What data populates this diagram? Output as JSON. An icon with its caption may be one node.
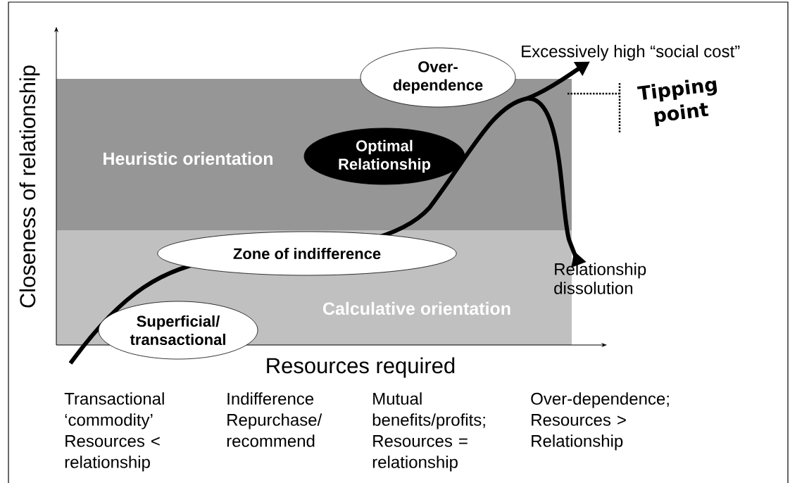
{
  "diagram": {
    "nodes": [
      {
        "text": [
          "Heuristic orientation"
        ]
      },
      {
        "text": [
          "Calculative orientation"
        ]
      },
      {
        "text": [
          "Over-dependence"
        ]
      },
      {
        "text": [
          "Optimal Relationship"
        ],
        "in": 0
      },
      {
        "text": [
          "Zone of indifference"
        ],
        "in": 1
      },
      {
        "text": [
          "Superficial/ transactional"
        ]
      },
      {
        "text": [
          "Excessively high “social cost”"
        ]
      },
      {
        "text": [
          "Relationship dissolution"
        ]
      }
    ],
    "edges": [
      {
        "from": null,
        "to": 6,
        "arrow": "to"
      },
      {
        "from": null,
        "to": 7,
        "arrow": "to"
      }
    ],
    "labels": [
      "Closeness of relationship",
      "Resources required",
      "Tipping point",
      "Transactional ‘commodity’ Resources < relationship",
      "Indifference Repurchase/ recommend",
      "Mutual benefits/profits; Resources = relationship",
      "Over-dependence; Resources > Relationship"
    ]
  }
}
